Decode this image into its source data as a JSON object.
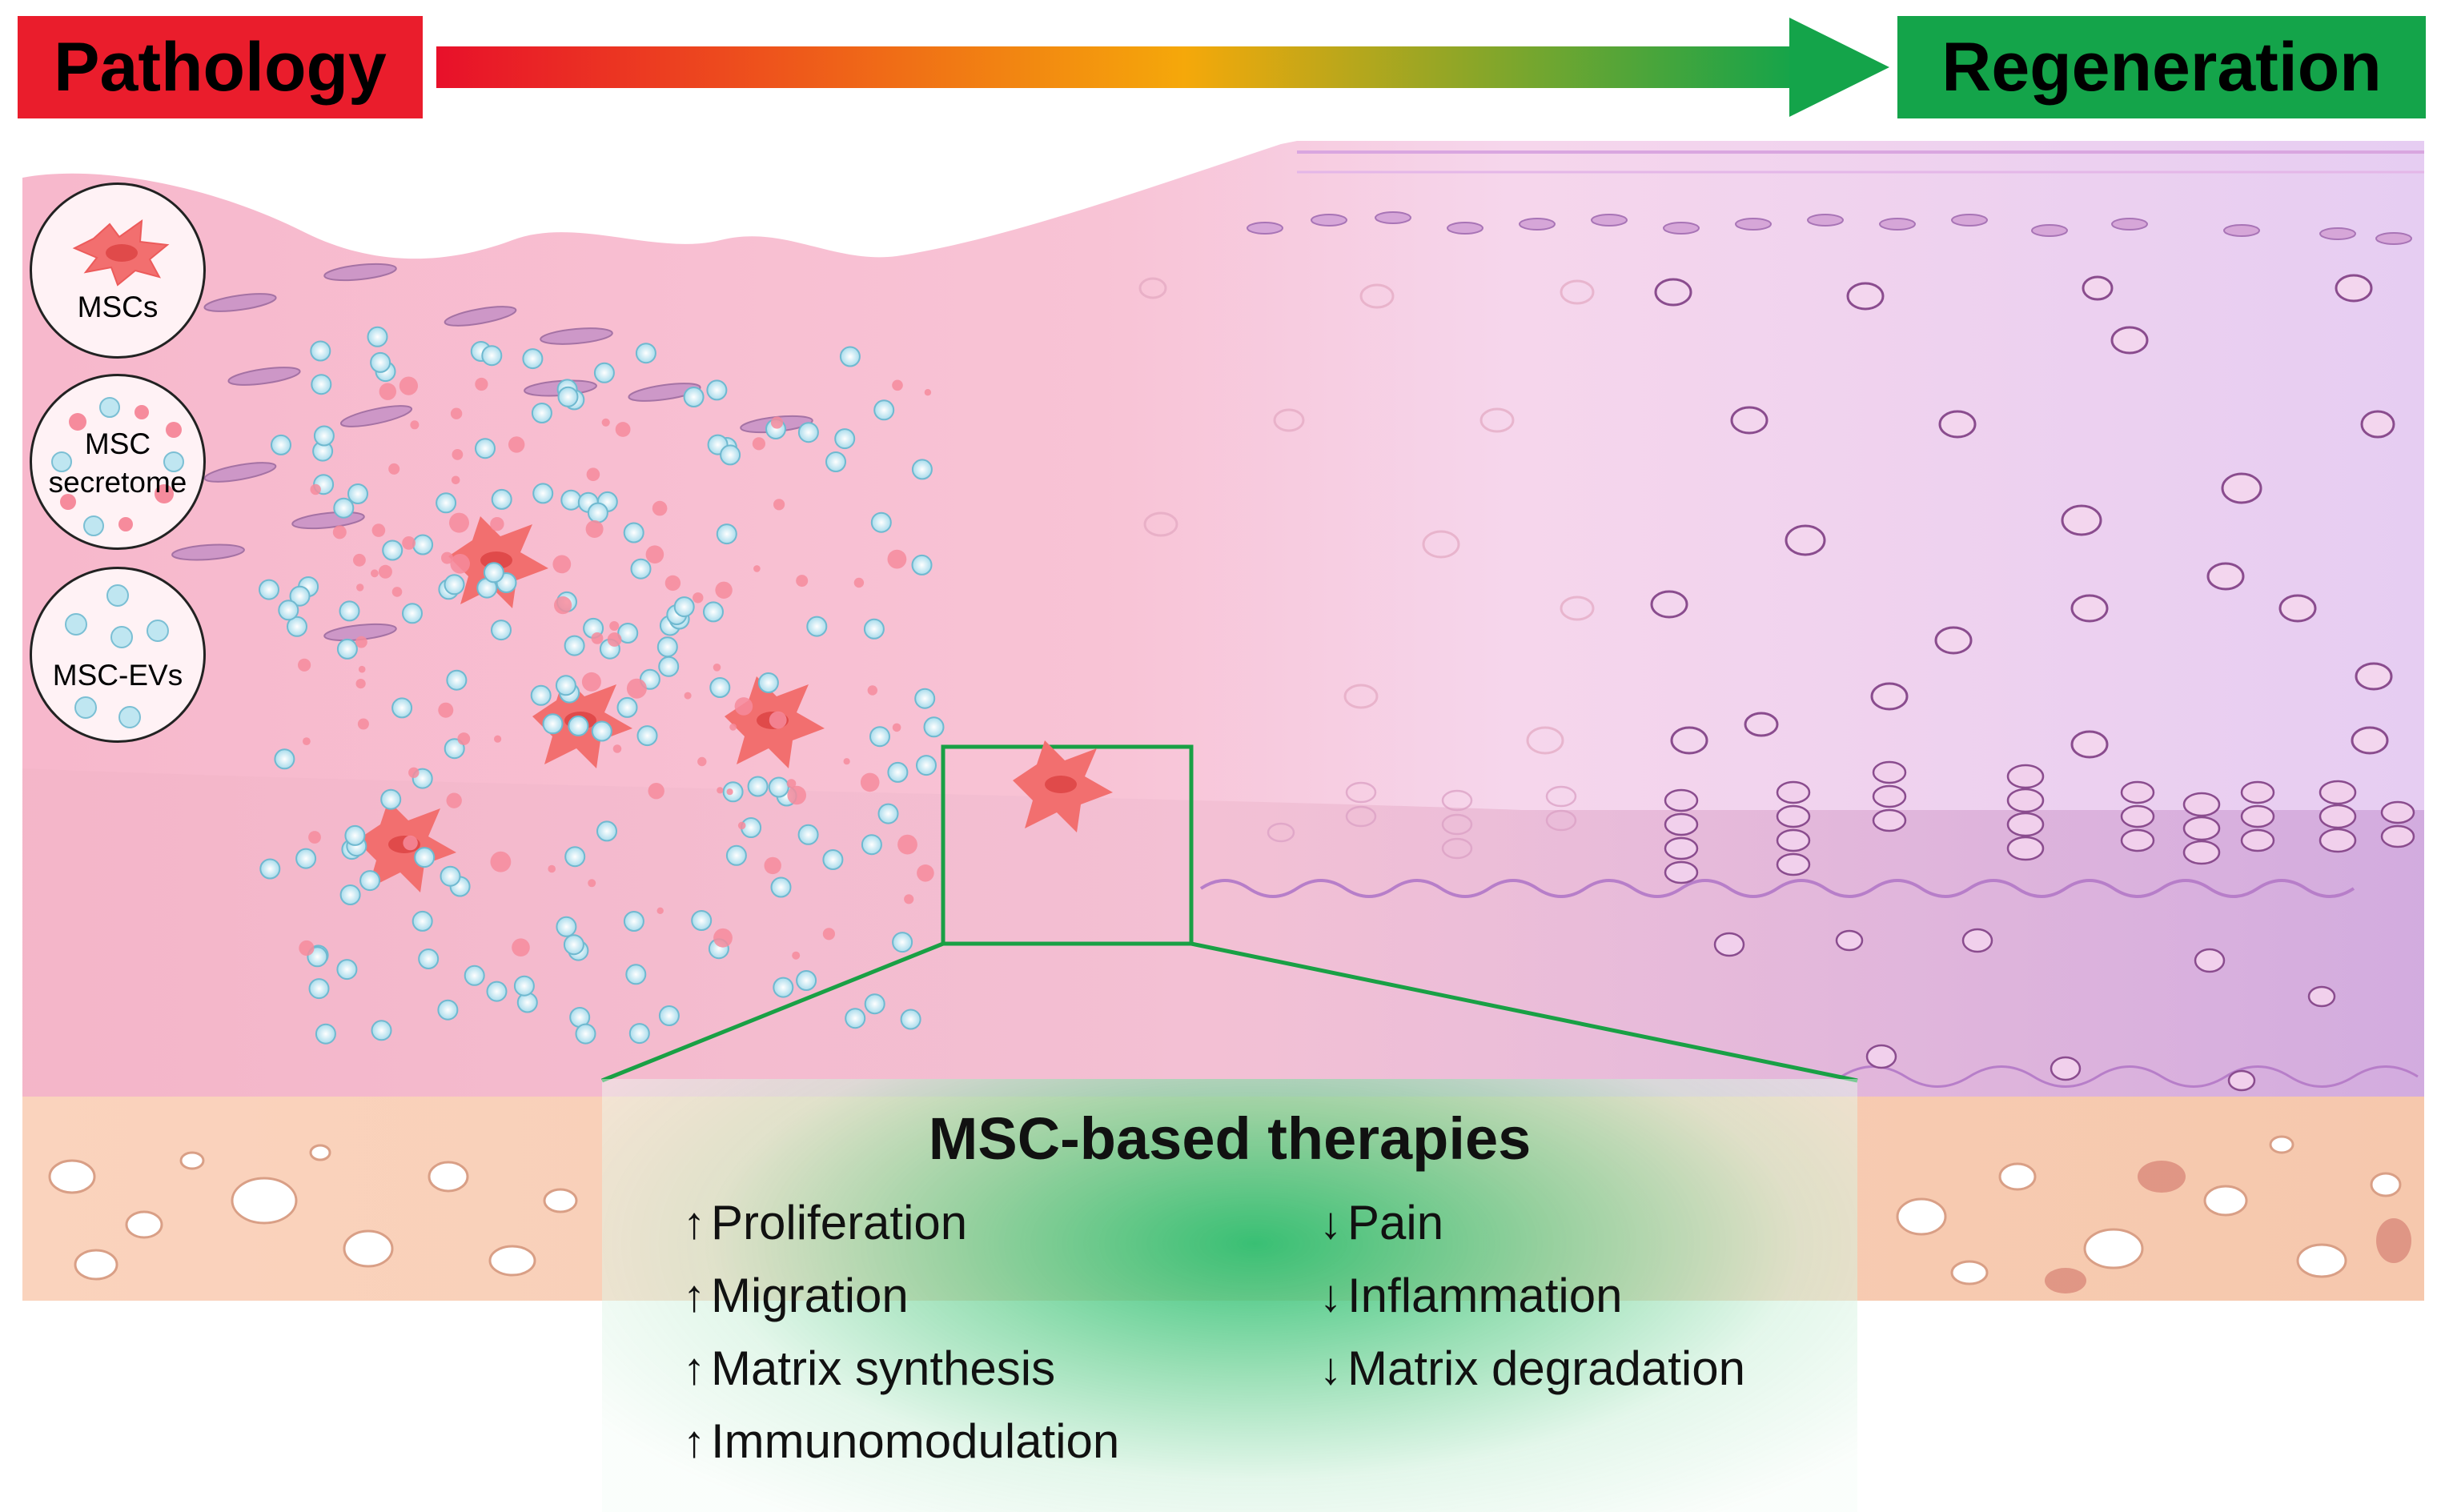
{
  "header": {
    "left_label": "Pathology",
    "right_label": "Regeneration",
    "left_color": "#ea1d2c",
    "right_color": "#14a44a",
    "gradient_colors": [
      "#e8102a",
      "#f5a80a",
      "#14a44a"
    ]
  },
  "legend": {
    "items": [
      {
        "label": "MSCs",
        "icon": "msc-cell-icon"
      },
      {
        "label_line1": "MSC",
        "label_line2": "secretome",
        "icon": "secretome-icon"
      },
      {
        "label": "MSC-EVs",
        "icon": "extracellular-vesicle-icon"
      }
    ]
  },
  "therapy_panel": {
    "title": "MSC-based therapies",
    "increase_items": [
      "Proliferation",
      "Migration",
      "Matrix synthesis",
      "Immunomodulation"
    ],
    "decrease_items": [
      "Pain",
      "Inflammation",
      "Matrix degradation"
    ],
    "up_arrow": "↑",
    "down_arrow": "↓"
  },
  "colors": {
    "tissue_pink": "#f9bfd0",
    "tissue_purple": "#e2c6ec",
    "bone": "#f8cdb2",
    "msc_cell": "#f26f6f",
    "ev_blue": "#bde6f1",
    "zoom_box": "#19a045"
  }
}
